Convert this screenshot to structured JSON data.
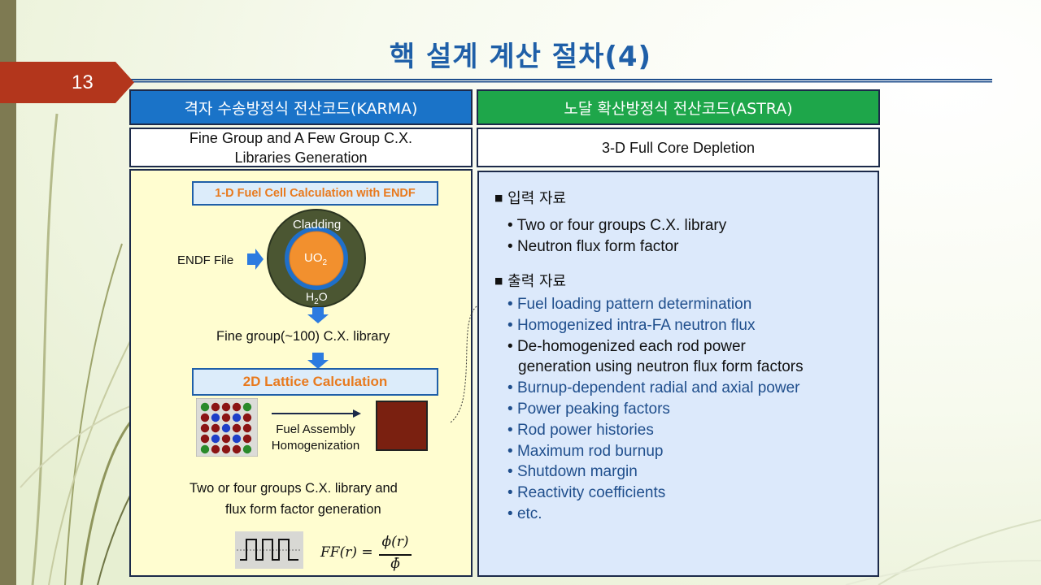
{
  "title": "핵 설계 계산 절차(4)",
  "slide_number": "13",
  "colors": {
    "title": "#1f5fa8",
    "left_header": "#1a73c8",
    "right_header": "#1ea64a",
    "left_panel": "#fffdd0",
    "right_panel": "#dce9fb",
    "slide_tab": "#b3361c",
    "orange_text": "#e87a1e"
  },
  "left": {
    "header": "격자 수송방정식 전산코드(KARMA)",
    "subheader_line1": "Fine Group  and A Few Group C.X.",
    "subheader_line2": "Libraries Generation",
    "box1": "1-D Fuel Cell Calculation with ENDF",
    "cladding": "Cladding",
    "uo2_main": "UO",
    "uo2_sub": "2",
    "h2o_pre": "H",
    "h2o_sub": "2",
    "h2o_post": "O",
    "endf_label": "ENDF File",
    "fine_group": "Fine group(~100) C.X. library",
    "box2": "2D Lattice Calculation",
    "fa_line1": "Fuel Assembly",
    "fa_line2": "Homogenization",
    "two_four_line1": "Two or four groups C.X. library and",
    "two_four_line2": "flux form factor generation",
    "formula_lhs": "FF(r) =",
    "formula_num": "ϕ(r)",
    "formula_den": "ϕ̄"
  },
  "right": {
    "header": "노달 확산방정식 전산코드(ASTRA)",
    "subheader": "3-D Full Core Depletion",
    "input_title": "입력 자료",
    "input_items": [
      "Two or four groups C.X. library",
      "Neutron flux form factor"
    ],
    "output_title": "출력 자료",
    "output_items": [
      "Fuel loading pattern determination",
      "Homogenized  intra-FA neutron flux",
      "De-homogenized  each rod power",
      "generation using neutron flux form factors",
      "Burnup-dependent  radial and axial power",
      "Power peaking  factors",
      "Rod power histories",
      "Maximum  rod burnup",
      "Shutdown  margin",
      "Reactivity coefficients",
      "etc."
    ]
  }
}
